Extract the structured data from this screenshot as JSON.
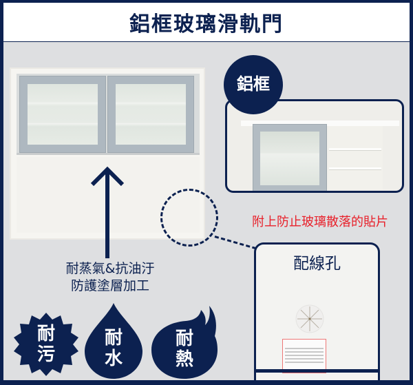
{
  "title": "鋁框玻璃滑軌門",
  "main_cabinet": {
    "coating_text_line1": "耐蒸氣&抗油汙",
    "coating_text_line2": "防護塗層加工"
  },
  "badges": [
    {
      "shape": "starburst",
      "line1": "耐",
      "line2": "污"
    },
    {
      "shape": "water-drop",
      "line1": "耐",
      "line2": "水"
    },
    {
      "shape": "flame",
      "line1": "耐",
      "line2": "熱"
    }
  ],
  "aluminum_callout": {
    "label": "鋁框",
    "note": "附上防止玻璃散落的貼片"
  },
  "wiring_callout": {
    "label": "配線孔"
  },
  "colors": {
    "navy": "#0c2150",
    "panel_bg": "#dedfe1",
    "note_red": "#e8202a"
  }
}
